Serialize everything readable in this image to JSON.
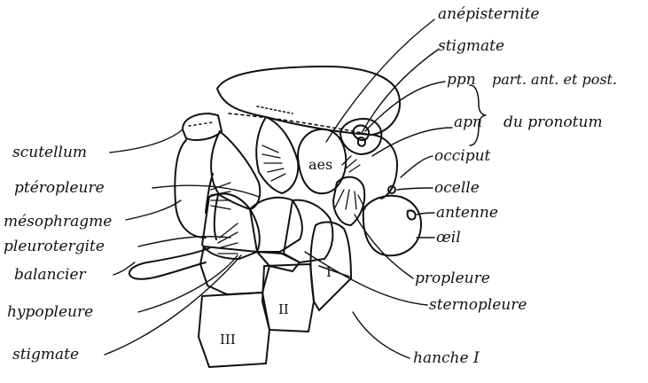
{
  "labels": {
    "anepisternite": "anépisternite",
    "stigmate_top": "stigmate",
    "ppn": "ppn",
    "part_ant_post": "part. ant. et post.",
    "apn": "apn",
    "du_pronotum": "du pronotum",
    "scutellum": "scutellum",
    "occiput": "occiput",
    "pteropleure": "ptéropleure",
    "ocelle": "ocelle",
    "antenne": "antenne",
    "mesophragme": "mésophragme",
    "oeil": "œil",
    "pleurotergite": "pleurotergite",
    "balancier": "balancier",
    "propleure": "propleure",
    "hypopleure": "hypopleure",
    "sternopleure": "sternopleure",
    "stigmate_bottom": "stigmate",
    "hanche_I": "hanche I"
  },
  "inside": {
    "aes": "aes",
    "coxa_I": "I",
    "coxa_II": "II",
    "coxa_III": "III"
  }
}
